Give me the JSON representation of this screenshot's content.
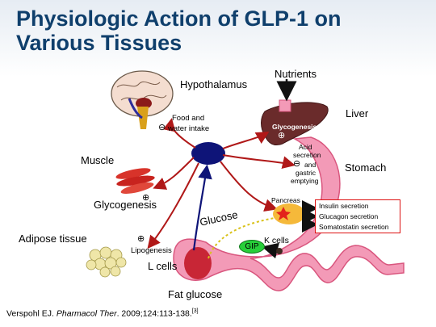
{
  "title": {
    "line1": "Physiologic Action of GLP-1 on",
    "line2": "Various Tissues"
  },
  "labels": {
    "hypothalamus": "Hypothalamus",
    "food_line1": "Food and",
    "food_line2": "water intake",
    "nutrients": "Nutrients",
    "liver": "Liver",
    "glycogenesis_liver": "Glycogenesis",
    "acid_line1": "Acid",
    "acid_line2": "secretion",
    "acid_line3": "and",
    "acid_line4": "gastric",
    "acid_line5": "emptying",
    "stomach": "Stomach",
    "muscle": "Muscle",
    "glycogenesis_muscle": "Glycogenesis",
    "pancreas": "Pancreas",
    "glucose": "Glucose",
    "adipose": "Adipose tissue",
    "lipogenesis": "Lipogenesis",
    "l_cells": "L cells",
    "k_cells": "K cells",
    "gip": "GIP",
    "fat_glucose": "Fat glucose"
  },
  "signs": {
    "plus": "⊕",
    "minus": "⊖"
  },
  "secretion_box": [
    "Insulin secretion",
    "Glucagon secretion",
    "Somatostatin secretion"
  ],
  "citation": {
    "author": "Verspohl EJ. ",
    "journal": "Pharmacol Ther",
    "rest": ". 2009;124:113-138.",
    "ref": "[3]"
  },
  "colors": {
    "title": "#0f3f6c",
    "arrow": "#b01818",
    "node": "#0e1478",
    "gut": "#f39ab7",
    "liver": "#6a2b2b"
  }
}
